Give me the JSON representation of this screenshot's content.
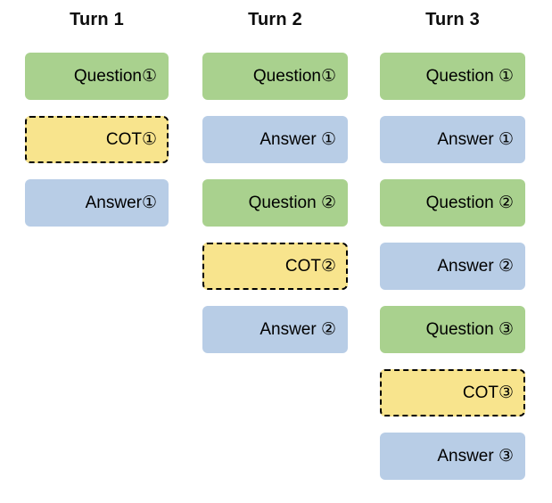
{
  "diagram": {
    "description": "Three-column figure showing multi-turn conversation structure with Question, COT and Answer blocks per turn",
    "colors": {
      "background": "#FFFFFF",
      "question_fill": "#A9D18E",
      "answer_fill": "#B8CDE6",
      "cot_fill": "#F8E48D",
      "cot_border": "#000000",
      "text": "#000000",
      "title_text": "#0D0D0D"
    },
    "columns": [
      {
        "title": "Turn 1",
        "boxes": [
          {
            "type": "question",
            "label": "Question①"
          },
          {
            "type": "cot",
            "label": "COT①"
          },
          {
            "type": "answer",
            "label": "Answer①"
          }
        ]
      },
      {
        "title": "Turn 2",
        "boxes": [
          {
            "type": "question",
            "label": "Question①"
          },
          {
            "type": "answer",
            "label": "Answer ①"
          },
          {
            "type": "question",
            "label": "Question ②"
          },
          {
            "type": "cot",
            "label": "COT②"
          },
          {
            "type": "answer",
            "label": "Answer ②"
          }
        ]
      },
      {
        "title": "Turn 3",
        "boxes": [
          {
            "type": "question",
            "label": "Question ①"
          },
          {
            "type": "answer",
            "label": "Answer ①"
          },
          {
            "type": "question",
            "label": "Question ②"
          },
          {
            "type": "answer",
            "label": "Answer ②"
          },
          {
            "type": "question",
            "label": "Question ③"
          },
          {
            "type": "cot",
            "label": "COT③"
          },
          {
            "type": "answer",
            "label": "Answer ③"
          }
        ]
      }
    ]
  }
}
